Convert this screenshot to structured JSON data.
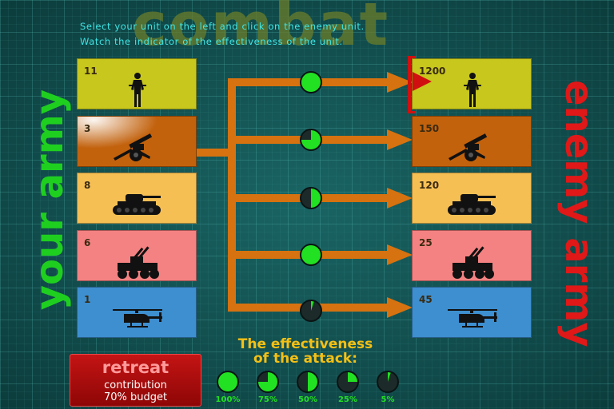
{
  "title": "combat",
  "instructions": {
    "line1": "Select your unit on the left and click on the enemy unit.",
    "line2": "Watch the indicator of the effectiveness of the unit."
  },
  "your_army_label": "your army",
  "enemy_army_label": "enemy army",
  "your_units": [
    {
      "type": "infantry-icon",
      "count": "11",
      "color": "#c7c71d"
    },
    {
      "type": "artillery-icon",
      "count": "3",
      "color": "#c2620d",
      "selected": true
    },
    {
      "type": "tank-icon",
      "count": "8",
      "color": "#f6bf54"
    },
    {
      "type": "anti-air-icon",
      "count": "6",
      "color": "#f48282"
    },
    {
      "type": "helicopter-icon",
      "count": "1",
      "color": "#3d8fd0"
    }
  ],
  "enemy_units": [
    {
      "type": "infantry-icon",
      "count": "1200",
      "color": "#c7c71d",
      "targeted": true
    },
    {
      "type": "artillery-icon",
      "count": "150",
      "color": "#c2620d"
    },
    {
      "type": "tank-icon",
      "count": "120",
      "color": "#f6bf54"
    },
    {
      "type": "anti-air-icon",
      "count": "25",
      "color": "#f48282"
    },
    {
      "type": "helicopter-icon",
      "count": "45",
      "color": "#3d8fd0"
    }
  ],
  "effectiveness_indicators": [
    1.0,
    0.75,
    0.5,
    1.0,
    0.05
  ],
  "retreat": {
    "label": "retreat",
    "line2": "contribution",
    "line3": "70% budget"
  },
  "legend": {
    "title_line1": "The effectiveness",
    "title_line2": "of the attack:",
    "items": [
      {
        "label": "100%",
        "value": 1.0
      },
      {
        "label": "75%",
        "value": 0.75
      },
      {
        "label": "50%",
        "value": 0.5
      },
      {
        "label": "25%",
        "value": 0.25
      },
      {
        "label": "5%",
        "value": 0.05
      }
    ]
  },
  "colors": {
    "arrow": "#d6720f",
    "indicator": "#22e022",
    "selector": "#d01010"
  }
}
